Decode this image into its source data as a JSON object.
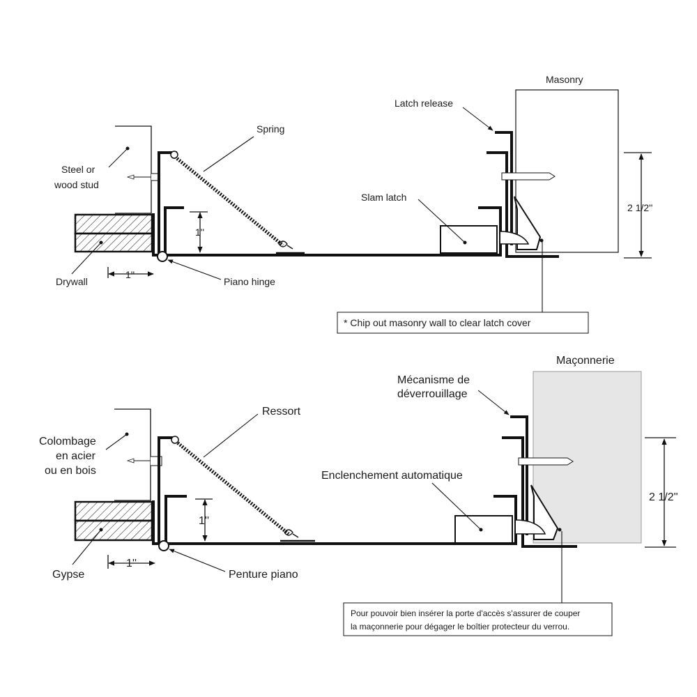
{
  "english": {
    "masonry": "Masonry",
    "latch_release": "Latch release",
    "spring": "Spring",
    "stud_line1": "Steel or",
    "stud_line2": "wood stud",
    "slam_latch": "Slam latch",
    "dim_1in_vertical": "1''",
    "dim_1in_horizontal": "1''",
    "dim_2_5": "2 1/2''",
    "drywall": "Drywall",
    "piano_hinge": "Piano hinge",
    "note": "* Chip out masonry wall to clear latch cover"
  },
  "french": {
    "masonry": "Maçonnerie",
    "latch_release_line1": "Mécanisme de",
    "latch_release_line2": "déverrouillage",
    "spring": "Ressort",
    "stud_line1": "Colombage",
    "stud_line2": "en acier",
    "stud_line3": "ou en bois",
    "slam_latch": "Enclenchement automatique",
    "dim_1in_vertical": "1''",
    "dim_1in_horizontal": "1''",
    "dim_2_5": "2 1/2''",
    "drywall": "Gypse",
    "piano_hinge": "Penture piano",
    "note_line1": "Pour pouvoir bien insérer la porte d'accès s'assurer de couper",
    "note_line2": "la maçonnerie pour dégager le boîtier protecteur du verrou."
  },
  "colors": {
    "line": "#111111",
    "masonry_fill_fr": "#e6e6e6"
  }
}
